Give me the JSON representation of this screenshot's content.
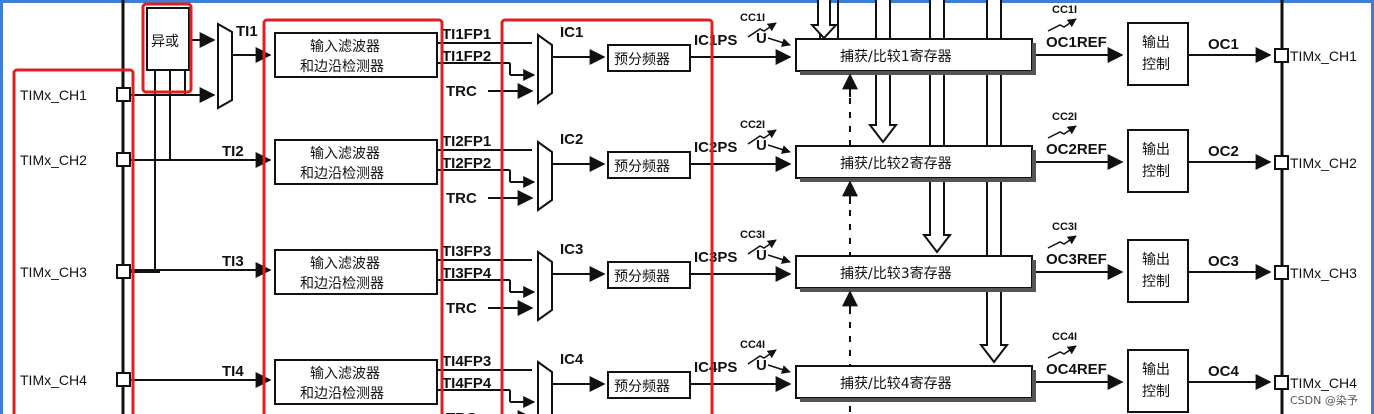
{
  "xor_label": "异或",
  "filter_line1": "输入滤波器",
  "filter_line2": "和边沿检测器",
  "prescaler_label": "预分频器",
  "output_control_line1": "输出",
  "output_control_line2": "控制",
  "u_label": "U",
  "trc_label": "TRC",
  "watermark": "CSDN @染予",
  "channels": [
    {
      "input_pin": "TIMx_CH1",
      "ti": "TI1",
      "fp_a": "TI1FP1",
      "fp_b": "TI1FP2",
      "ic": "IC1",
      "icps": "IC1PS",
      "cci": "CC1I",
      "reg": "捕获/比较1寄存器",
      "cci2": "CC1I",
      "ocref": "OC1REF",
      "oc": "OC1",
      "output_pin": "TIMx_CH1"
    },
    {
      "input_pin": "TIMx_CH2",
      "ti": "TI2",
      "fp_a": "TI2FP1",
      "fp_b": "TI2FP2",
      "ic": "IC2",
      "icps": "IC2PS",
      "cci": "CC2I",
      "reg": "捕获/比较2寄存器",
      "cci2": "CC2I",
      "ocref": "OC2REF",
      "oc": "OC2",
      "output_pin": "TIMx_CH2"
    },
    {
      "input_pin": "TIMx_CH3",
      "ti": "TI3",
      "fp_a": "TI3FP3",
      "fp_b": "TI3FP4",
      "ic": "IC3",
      "icps": "IC3PS",
      "cci": "CC3I",
      "reg": "捕获/比较3寄存器",
      "cci2": "CC3I",
      "ocref": "OC3REF",
      "oc": "OC3",
      "output_pin": "TIMx_CH3"
    },
    {
      "input_pin": "TIMx_CH4",
      "ti": "TI4",
      "fp_a": "TI4FP3",
      "fp_b": "TI4FP4",
      "ic": "IC4",
      "icps": "IC4PS",
      "cci": "CC4I",
      "reg": "捕获/比较4寄存器",
      "cci2": "CC4I",
      "ocref": "OC4REF",
      "oc": "OC4",
      "output_pin": "TIMx_CH4"
    }
  ],
  "colors": {
    "highlight": "#e02020",
    "frame": "#3d7fd6",
    "line": "#111111"
  }
}
